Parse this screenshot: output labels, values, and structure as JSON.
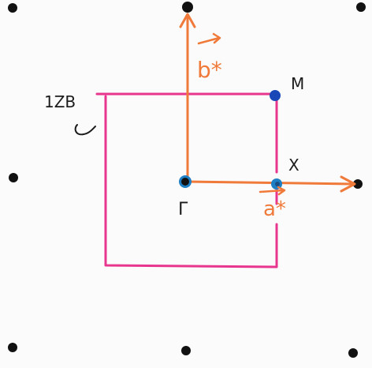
{
  "labels": {
    "origin": "Γ",
    "corner_point": "M",
    "edge_point": "X",
    "zone_label": "1ZB",
    "reciprocal_a": "a*",
    "reciprocal_b": "b*"
  },
  "colors": {
    "lattice_dot": "#111111",
    "zone_boundary": "#e8368f",
    "vector": "#f07a3a",
    "high_symmetry_point": "#1f7fc4",
    "corner_point": "#1a47b8",
    "text_dark": "#1b1b1b"
  },
  "icons": {
    "zone_label_mark": "curved-arrow-icon"
  }
}
